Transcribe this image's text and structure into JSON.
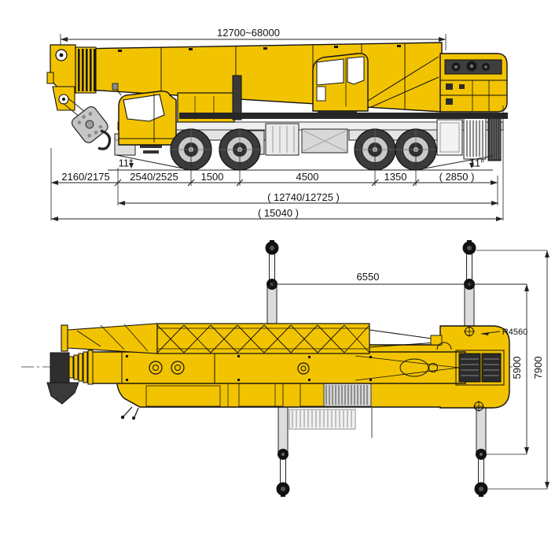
{
  "figure": {
    "type": "technical-outline-drawing",
    "subject": "truck crane overall dimensions, side elevation and plan view",
    "background": "#ffffff",
    "colors": {
      "crane_yellow": "#F2C300",
      "outline": "#111111",
      "steel_gray": "#C6C6C6",
      "tire_dark": "#3B3B3B",
      "dim_line": "#222222"
    }
  },
  "dims": {
    "side": {
      "boom": "12700~68000",
      "angle_front": "11°",
      "angle_rear": "11°",
      "row1": [
        "2160/2175",
        "2540/2525",
        "1500",
        "4500",
        "1350",
        "( 2850 )"
      ],
      "row2": "( 12740/12725 )",
      "row3": "( 15040 )"
    },
    "top": {
      "span_long": "6550",
      "radius": "R4560",
      "span_mid": "5900",
      "span_full": "7900"
    }
  }
}
